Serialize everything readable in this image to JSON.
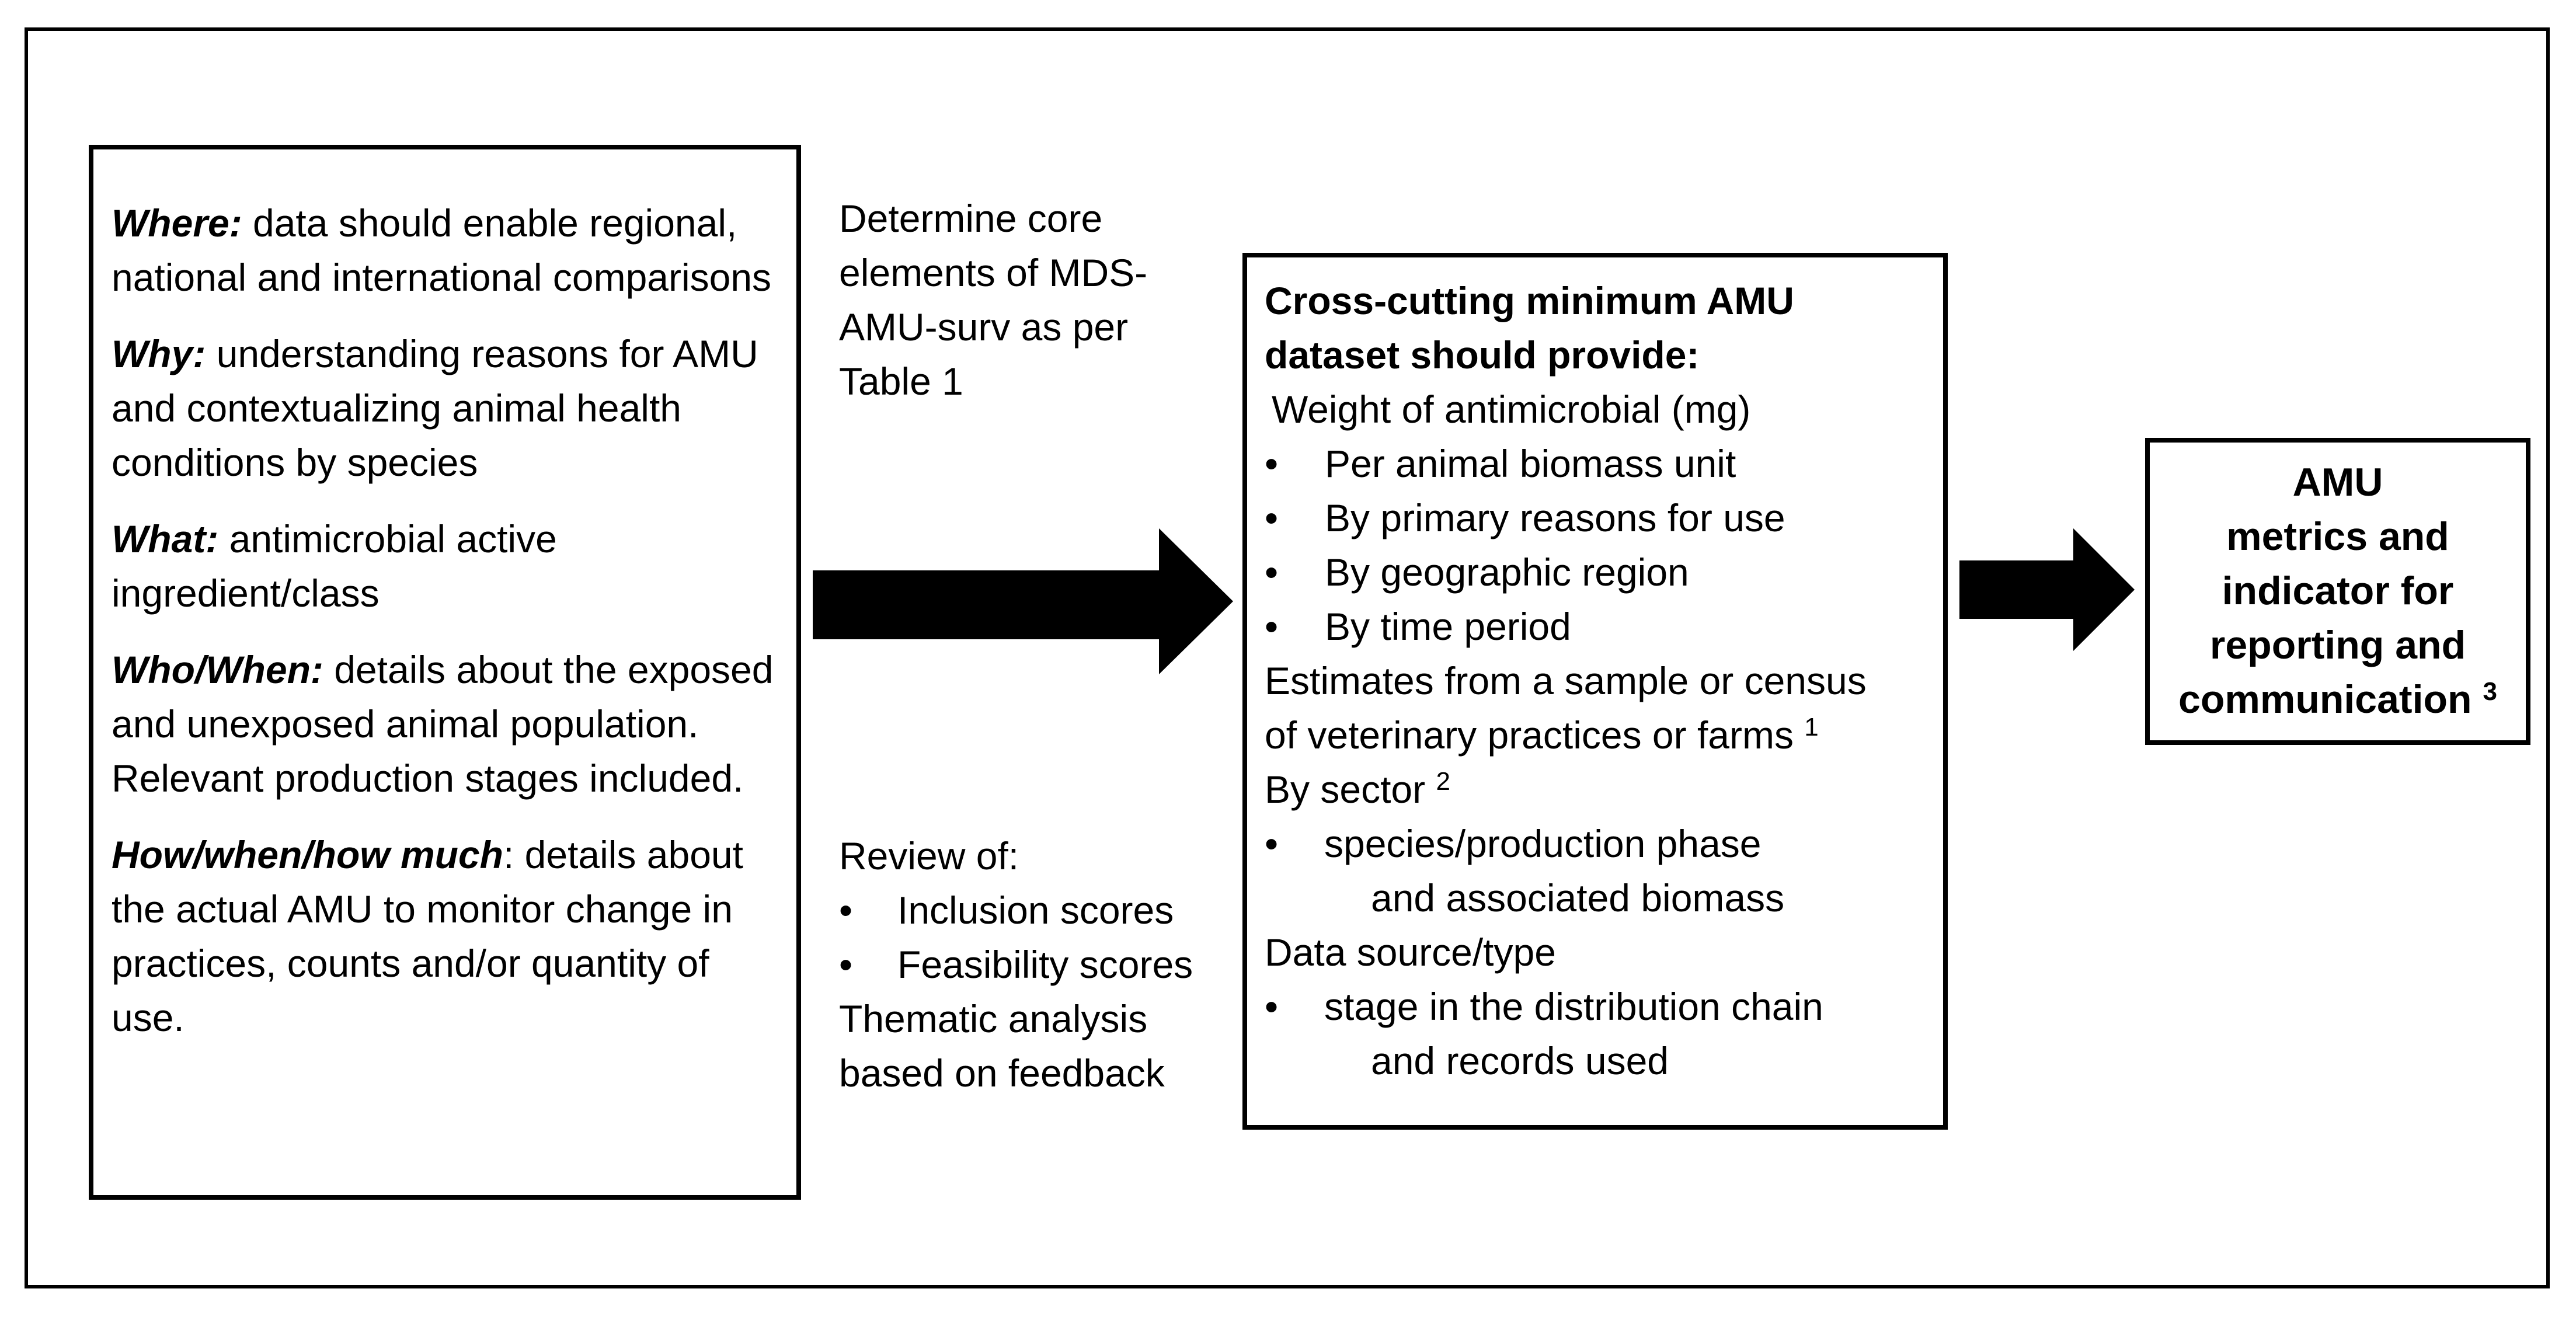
{
  "left_box": {
    "items": [
      {
        "keyword": "Where:",
        "text": " data should enable regional, national and international comparisons"
      },
      {
        "keyword": "Why:",
        "text": " understanding reasons for AMU and contextualizing animal health conditions by species"
      },
      {
        "keyword": "What:",
        "text": " antimicrobial active ingredient/class"
      },
      {
        "keyword": "Who/When:",
        "text": " details about the exposed and unexposed animal population. Relevant production stages included."
      },
      {
        "keyword": "How/when/how much",
        "text": ": details about the actual AMU to monitor change in practices, counts and/or quantity of use."
      }
    ]
  },
  "middle": {
    "top_lines": [
      "Determine core",
      "elements of MDS-",
      "AMU-surv as per",
      "Table 1"
    ],
    "review_heading": "Review of:",
    "bullets": [
      "Inclusion scores",
      "Feasibility scores"
    ],
    "bottom_lines": [
      "Thematic analysis",
      "based on feedback"
    ]
  },
  "center_box": {
    "title_lines": [
      "Cross-cutting minimum AMU",
      "dataset should provide:"
    ],
    "weight_label": "Weight of antimicrobial (mg)",
    "weight_bullets": [
      "Per animal biomass unit",
      "By primary reasons for use",
      "By geographic region",
      "By time period"
    ],
    "estimates_lines": [
      "Estimates from a sample or census",
      "of veterinary practices or farms"
    ],
    "estimates_sup": "1",
    "sector_label": "By sector",
    "sector_sup": "2",
    "sector_bullet": "species/production phase",
    "sector_bullet_cont": "and associated biomass",
    "source_label": "Data source/type",
    "source_bullet": "stage in the distribution chain",
    "source_bullet_cont": "and records used"
  },
  "right_box": {
    "lines": [
      "AMU",
      "metrics and",
      "indicator for",
      "reporting and",
      "communication"
    ],
    "sup": "3"
  },
  "bullet_glyph": "•"
}
